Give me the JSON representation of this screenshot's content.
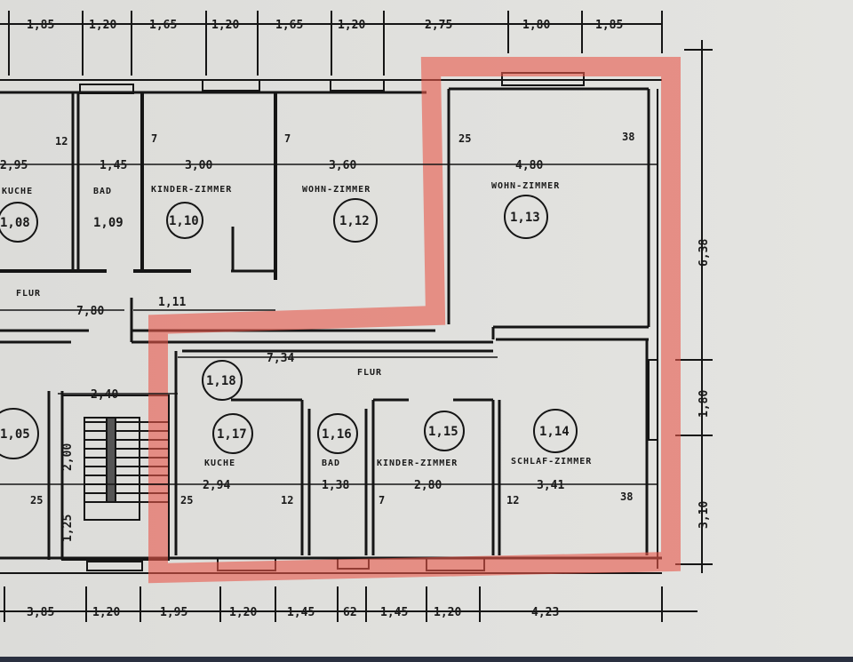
{
  "plan": {
    "highlight_color": "#e8574a",
    "top_dimensions": [
      "1,85",
      "1,20",
      "1,65",
      "1,20",
      "1,65",
      "1,20",
      "2,75",
      "1,80",
      "1,85"
    ],
    "bottom_dimensions": [
      "3,85",
      "1,20",
      "1,95",
      "1,20",
      "1,45",
      "62",
      "1,45",
      "1,20",
      "4,23"
    ],
    "right_dimensions": [
      "6,38",
      "1,80",
      "3,10"
    ],
    "rooms": [
      {
        "number": "1,08",
        "name": "KUCHE",
        "width": "2,95"
      },
      {
        "number": "1,09",
        "name": "BAD",
        "width": "1,45"
      },
      {
        "number": "1,10",
        "name": "KINDER-ZIMMER",
        "width": "3,00"
      },
      {
        "number": "1,12",
        "name": "WOHN-ZIMMER",
        "width": "3,60"
      },
      {
        "number": "1,13",
        "name": "WOHN-ZIMMER",
        "width": "4,80"
      },
      {
        "number": "1,18",
        "name": "FLUR",
        "width": "7,34"
      },
      {
        "number": "1,17",
        "name": "KUCHE",
        "width": "2,94"
      },
      {
        "number": "1,16",
        "name": "BAD",
        "width": "1,38"
      },
      {
        "number": "1,15",
        "name": "KINDER-ZIMMER",
        "width": "2,80"
      },
      {
        "number": "1,14",
        "name": "SCHLAF-ZIMMER",
        "width": "3,41"
      },
      {
        "number": "1,05",
        "name": "",
        "width": ""
      }
    ],
    "upper_flur": {
      "name": "FLUR",
      "length": "7,80",
      "door": "1,11"
    },
    "stair": {
      "width": "2,40",
      "run": "2,00",
      "landing": "1,25"
    },
    "wall_thickness": [
      "12",
      "7",
      "7",
      "25",
      "38",
      "25",
      "25",
      "12",
      "7",
      "12",
      "38"
    ]
  }
}
